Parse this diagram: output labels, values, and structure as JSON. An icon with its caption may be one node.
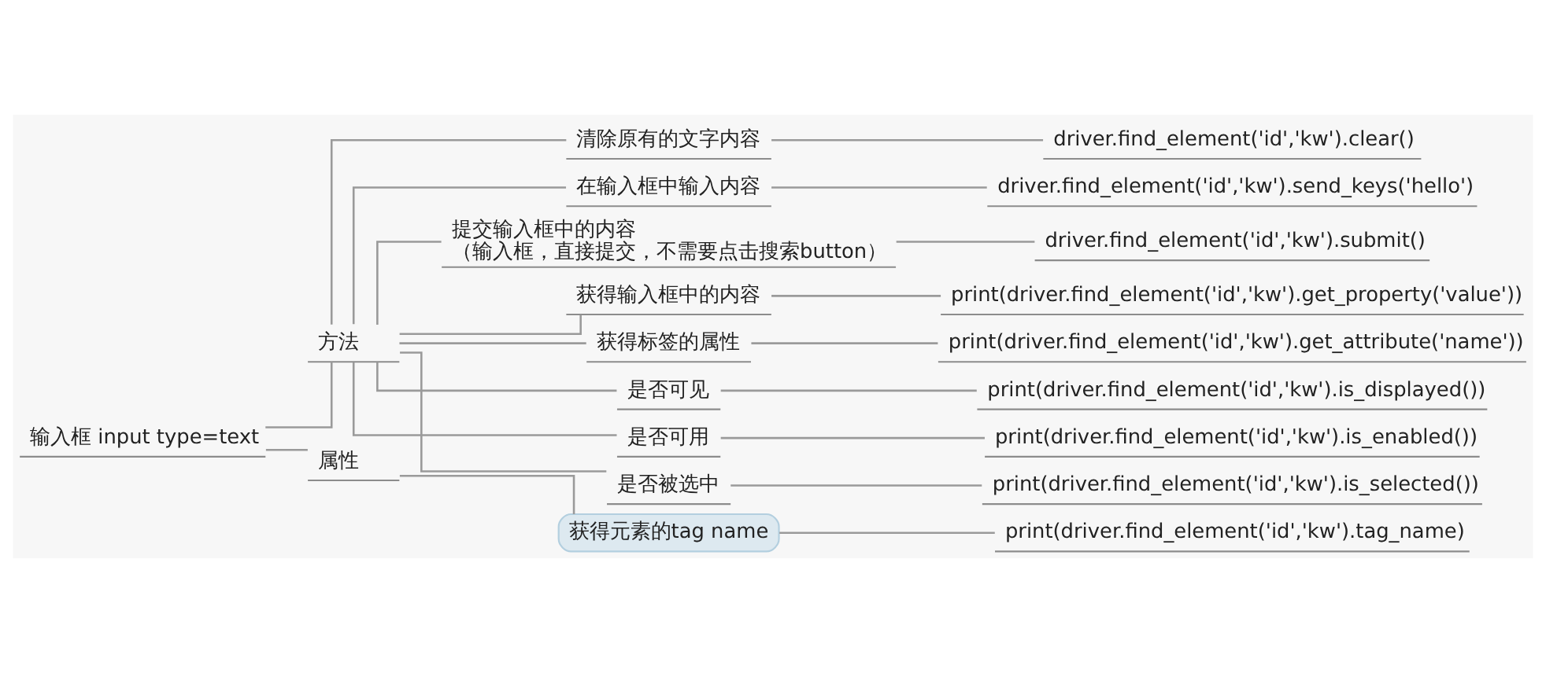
{
  "diagram": {
    "nodes": [
      {
        "text": [
          "输入框 input type=text"
        ]
      },
      {
        "text": [
          "方法"
        ]
      },
      {
        "text": [
          "清除原有的文字内容"
        ]
      },
      {
        "text": [
          "driver.find_element('id','kw').clear()"
        ]
      },
      {
        "text": [
          "在输入框中输入内容"
        ]
      },
      {
        "text": [
          "driver.find_element('id','kw').send_keys('hello')"
        ]
      },
      {
        "text": [
          "提交输入框中的内容",
          "（输入框，直接提交，不需要点击搜索button）"
        ]
      },
      {
        "text": [
          "driver.find_element('id','kw').submit()"
        ]
      },
      {
        "text": [
          "获得输入框中的内容"
        ]
      },
      {
        "text": [
          "print(driver.find_element('id','kw').get_property('value'))"
        ]
      },
      {
        "text": [
          "获得标签的属性"
        ]
      },
      {
        "text": [
          "print(driver.find_element('id','kw').get_attribute('name'))"
        ]
      },
      {
        "text": [
          "是否可见"
        ]
      },
      {
        "text": [
          "print(driver.find_element('id','kw').is_displayed())"
        ]
      },
      {
        "text": [
          "是否可用"
        ]
      },
      {
        "text": [
          "print(driver.find_element('id','kw').is_enabled())"
        ]
      },
      {
        "text": [
          "是否被选中"
        ]
      },
      {
        "text": [
          "print(driver.find_element('id','kw').is_selected())"
        ]
      },
      {
        "text": [
          "属性"
        ]
      },
      {
        "text": [
          "获得元素的tag name"
        ]
      },
      {
        "text": [
          "print(driver.find_element('id','kw').tag_name)"
        ]
      }
    ],
    "edges": [
      {
        "from": 0,
        "to": 1,
        "arrow": "none"
      },
      {
        "from": 0,
        "to": 18,
        "arrow": "none"
      },
      {
        "from": 1,
        "to": 2,
        "arrow": "none"
      },
      {
        "from": 2,
        "to": 3,
        "arrow": "none"
      },
      {
        "from": 1,
        "to": 4,
        "arrow": "none"
      },
      {
        "from": 4,
        "to": 5,
        "arrow": "none"
      },
      {
        "from": 1,
        "to": 6,
        "arrow": "none"
      },
      {
        "from": 6,
        "to": 7,
        "arrow": "none"
      },
      {
        "from": 1,
        "to": 8,
        "arrow": "none"
      },
      {
        "from": 8,
        "to": 9,
        "arrow": "none"
      },
      {
        "from": 1,
        "to": 10,
        "arrow": "none"
      },
      {
        "from": 10,
        "to": 11,
        "arrow": "none"
      },
      {
        "from": 1,
        "to": 12,
        "arrow": "none"
      },
      {
        "from": 12,
        "to": 13,
        "arrow": "none"
      },
      {
        "from": 1,
        "to": 14,
        "arrow": "none"
      },
      {
        "from": 14,
        "to": 15,
        "arrow": "none"
      },
      {
        "from": 1,
        "to": 16,
        "arrow": "none"
      },
      {
        "from": 16,
        "to": 17,
        "arrow": "none"
      },
      {
        "from": 18,
        "to": 19,
        "arrow": "none"
      },
      {
        "from": 19,
        "to": 20,
        "arrow": "none"
      }
    ]
  }
}
